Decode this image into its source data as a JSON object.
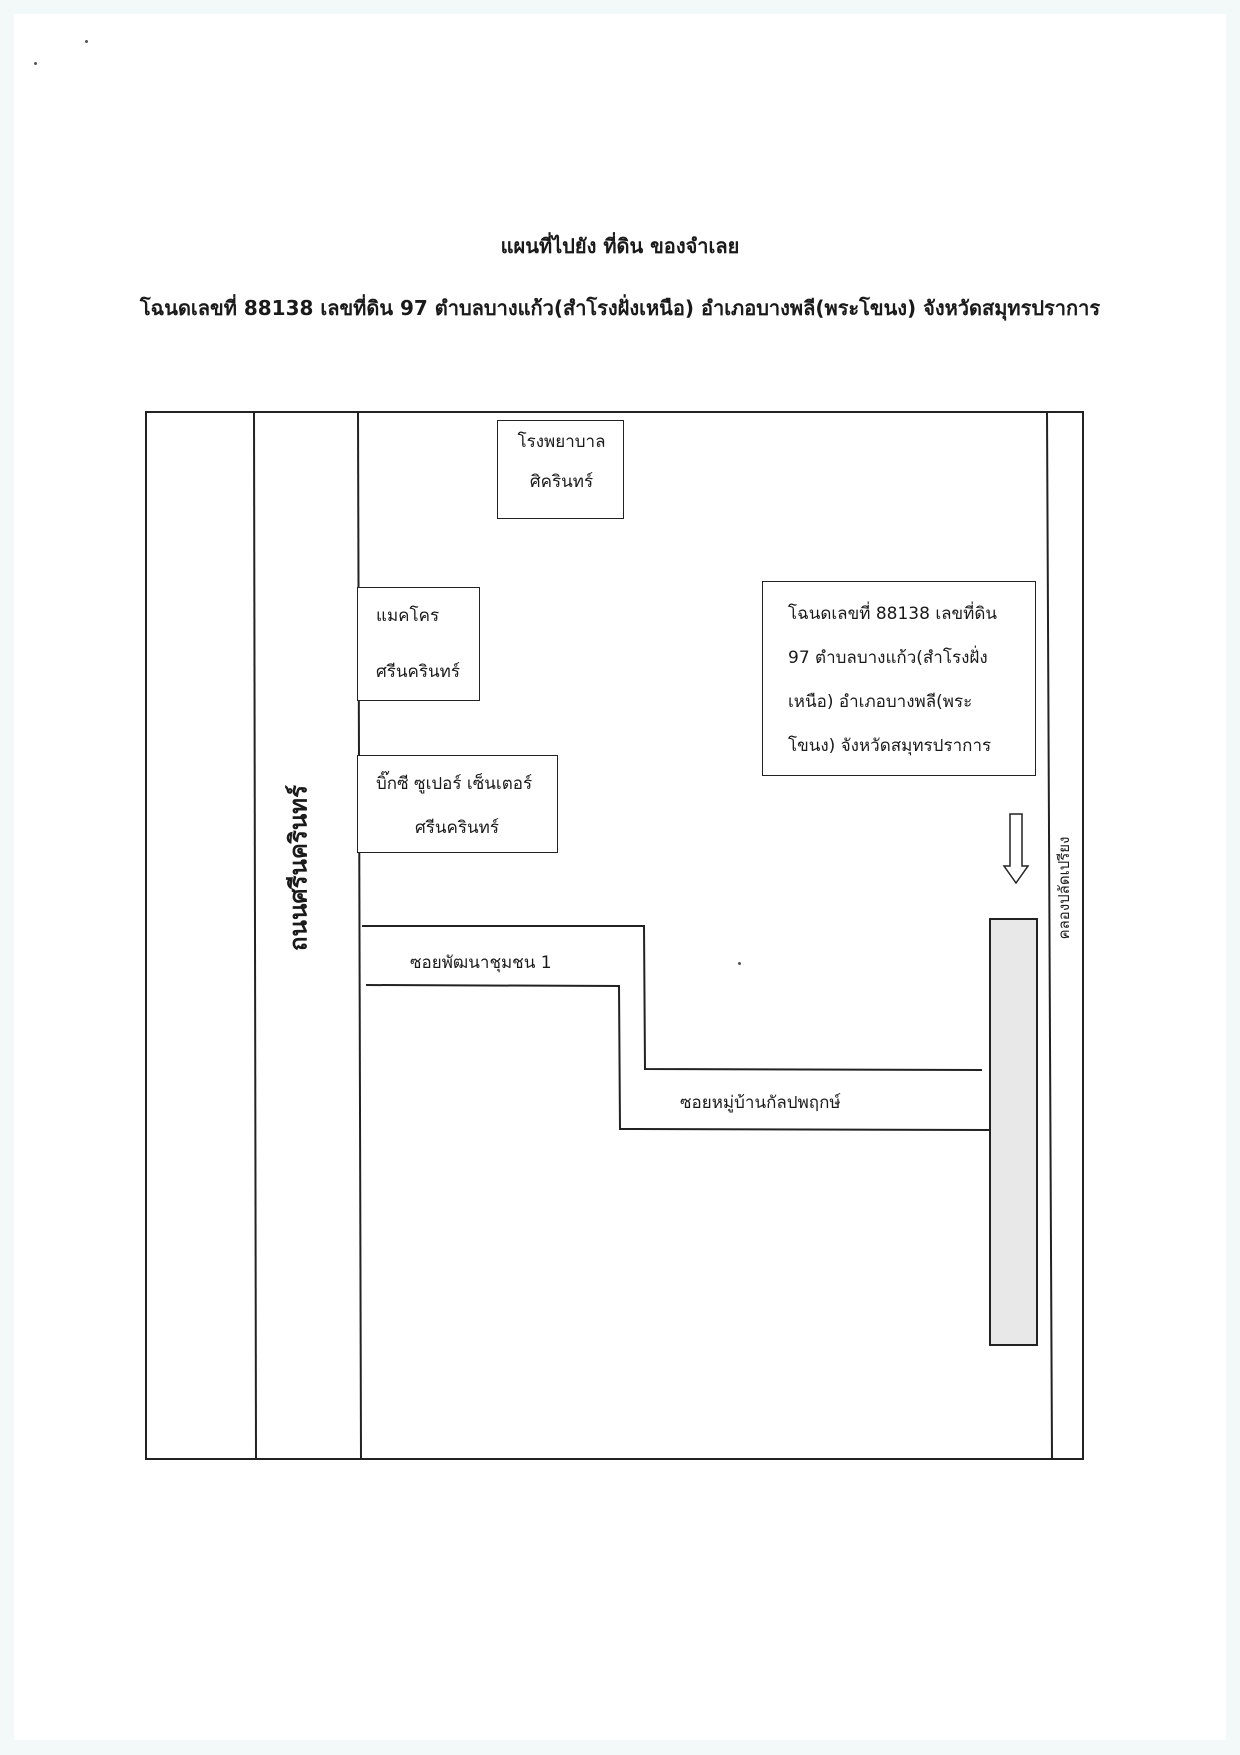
{
  "header": {
    "title": "แผนที่ไปยัง ที่ดิน ของจำเลย",
    "subtitle": "โฉนดเลขที่ 88138 เลขที่ดิน 97 ตำบลบางแก้ว(สำโรงฝั่งเหนือ) อำเภอบางพลี(พระโขนง) จังหวัดสมุทรปราการ"
  },
  "map": {
    "main_road": "ถนนศรีนครินทร์",
    "canal": "คลองปลัดเปรียง",
    "landmarks": {
      "hospital": [
        "โรงพยาบาล",
        "ศิครินทร์"
      ],
      "makro": [
        "แมคโคร",
        "ศรีนครินทร์"
      ],
      "bigc": [
        "บิ๊กซี ซูเปอร์ เซ็นเตอร์",
        "ศรีนครินทร์"
      ]
    },
    "sois": {
      "soi_1": "ซอยพัฒนาชุมชน 1",
      "soi_2": "ซอยหมู่บ้านกัลปพฤกษ์"
    },
    "deed_box": [
      "โฉนดเลขที่ 88138 เลขที่ดิน",
      "97 ตำบลบางแก้ว(สำโรงฝั่ง",
      "เหนือ) อำเภอบางพลี(พระ",
      "โขนง) จังหวัดสมุทรปราการ"
    ]
  }
}
